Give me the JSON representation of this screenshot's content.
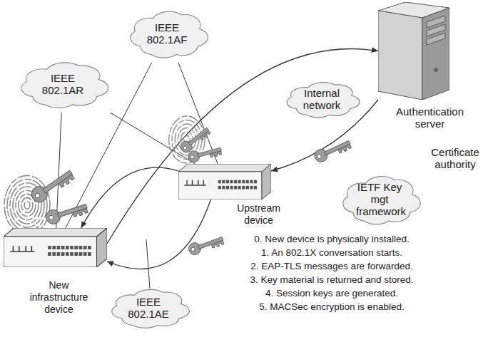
{
  "diagram": {
    "nodes": [
      {
        "text": [
          "IEEE 802.1AR"
        ]
      },
      {
        "text": [
          "IEEE 802.1AF"
        ]
      },
      {
        "text": [
          "Internal network"
        ]
      },
      {
        "text": [
          "Authentication server"
        ]
      },
      {
        "text": [
          "Upstream device"
        ]
      },
      {
        "text": [
          "IETF Key mgt framework"
        ]
      },
      {
        "text": [
          "New infrastructure device"
        ]
      },
      {
        "text": [
          "IEEE 802.1AE"
        ]
      }
    ],
    "edges": [
      {
        "from": 0,
        "to": 6,
        "arrow": "none"
      },
      {
        "from": 0,
        "to": 4,
        "arrow": "none"
      },
      {
        "from": 1,
        "to": 6,
        "arrow": "none"
      },
      {
        "from": 1,
        "to": 4,
        "arrow": "none"
      },
      {
        "from": 4,
        "to": 6,
        "arrow": "to"
      },
      {
        "from": 4,
        "to": 6,
        "arrow": "to"
      },
      {
        "from": 6,
        "to": 3,
        "arrow": "to"
      },
      {
        "from": 3,
        "to": 4,
        "arrow": "to"
      }
    ],
    "labels": [
      "Certificate authority",
      "0. New device is physically installed.",
      "1. An 802.1X conversation starts.",
      "2. EAP-TLS messages are forwarded.",
      "3. Key material is returned and stored.",
      "4. Session keys are generated.",
      "5. MACSec encryption is enabled."
    ]
  }
}
